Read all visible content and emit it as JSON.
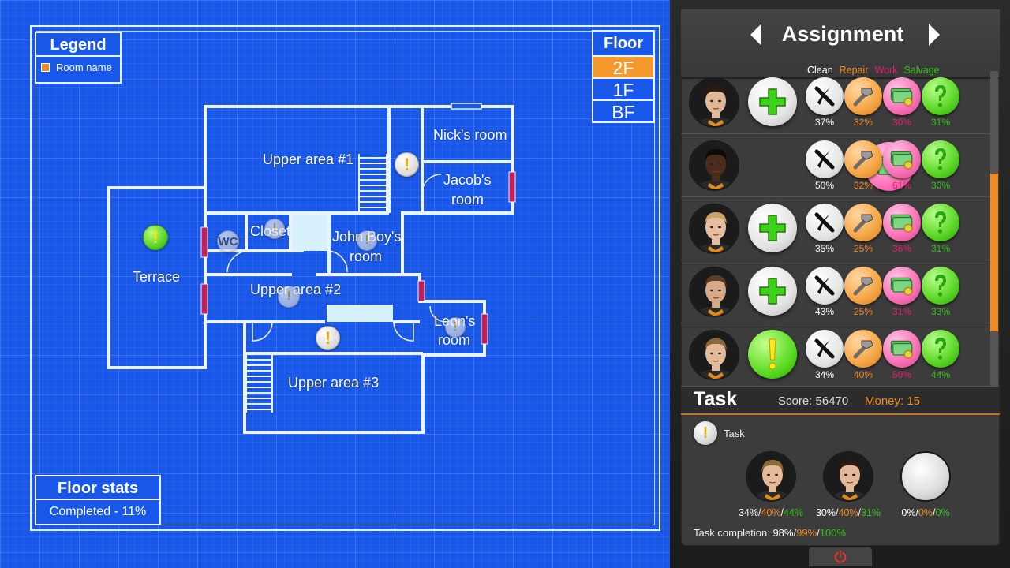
{
  "legend": {
    "title": "Legend",
    "item_label": "Room name"
  },
  "floor": {
    "title": "Floor",
    "options": [
      {
        "label": "2F",
        "active": true
      },
      {
        "label": "1F",
        "active": false
      },
      {
        "label": "BF",
        "active": false
      }
    ]
  },
  "floor_stats": {
    "title": "Floor stats",
    "completed": "Completed - 11%"
  },
  "rooms": {
    "terrace": "Terrace",
    "upper1": "Upper area #1",
    "nicks": "Nick's room",
    "jacobs_1": "Jacob's",
    "jacobs_2": "room",
    "wc": "WC",
    "closet": "Closet",
    "johnboys_1": "John Boy's",
    "johnboys_2": "room",
    "upper2": "Upper area #2",
    "leons_1": "Leon's",
    "leons_2": "room",
    "upper3": "Upper area #3"
  },
  "assignment": {
    "title": "Assignment",
    "categories": [
      {
        "label": "Clean",
        "color": "#ffffff"
      },
      {
        "label": "Repair",
        "color": "#f08a24"
      },
      {
        "label": "Work",
        "color": "#e0206e"
      },
      {
        "label": "Salvage",
        "color": "#36c21a"
      }
    ],
    "characters": [
      {
        "action": "plus",
        "skin": "#e2b899",
        "hair": "#2a1a10",
        "clean": "37%",
        "repair": "32%",
        "work": "30%",
        "salvage": "31%"
      },
      {
        "action": "money",
        "skin": "#4a2c1c",
        "hair": "#0e0a08",
        "clean": "50%",
        "repair": "32%",
        "work": "61%",
        "salvage": "30%"
      },
      {
        "action": "plus",
        "skin": "#e6bfa0",
        "hair": "#c8a36a",
        "clean": "35%",
        "repair": "25%",
        "work": "36%",
        "salvage": "31%"
      },
      {
        "action": "plus",
        "skin": "#d6a987",
        "hair": "#5a3e2a",
        "clean": "43%",
        "repair": "25%",
        "work": "31%",
        "salvage": "33%"
      },
      {
        "action": "task",
        "skin": "#e4bb98",
        "hair": "#8a6a3a",
        "clean": "34%",
        "repair": "40%",
        "work": "50%",
        "salvage": "44%"
      }
    ]
  },
  "task": {
    "title": "Task",
    "score": "Score: 56470",
    "money": "Money: 15",
    "legend_label": "Task",
    "slots": [
      {
        "filled": true,
        "skin": "#e4bb98",
        "hair": "#8a6a3a",
        "clean": "34%",
        "repair": "40%",
        "salvage": "44%"
      },
      {
        "filled": true,
        "skin": "#e2b899",
        "hair": "#2a1a10",
        "clean": "30%",
        "repair": "40%",
        "salvage": "31%"
      },
      {
        "filled": false,
        "clean": "0%",
        "repair": "0%",
        "salvage": "0%"
      }
    ],
    "completion_label": "Task completion: ",
    "completion": {
      "clean": "98%",
      "repair": "99%",
      "salvage": "100%"
    }
  }
}
